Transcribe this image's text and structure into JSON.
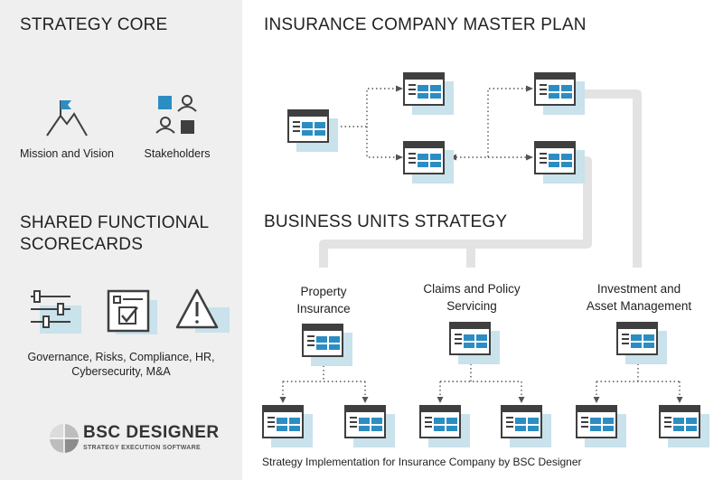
{
  "left_panel": {
    "strategy_core_title": "STRATEGY CORE",
    "mission_label": "Mission and Vision",
    "stakeholders_label": "Stakeholders",
    "shared_title_line1": "SHARED FUNCTIONAL",
    "shared_title_line2": "SCORECARDS",
    "functions_line1": "Governance, Risks, Compliance, HR,",
    "functions_line2": "Cybersecurity, M&A",
    "logo_name": "BSC DESIGNER",
    "logo_tagline": "STRATEGY EXECUTION SOFTWARE"
  },
  "master_plan": {
    "title": "INSURANCE COMPANY MASTER PLAN"
  },
  "business_units": {
    "title": "BUSINESS UNITS STRATEGY",
    "units": [
      {
        "line1": "Property",
        "line2": "Insurance"
      },
      {
        "line1": "Claims and Policy",
        "line2": "Servicing"
      },
      {
        "line1": "Investment and",
        "line2": "Asset Management"
      }
    ]
  },
  "footer": {
    "caption": "Strategy Implementation for Insurance Company by BSC Designer"
  },
  "colors": {
    "panel_background": "#efefef",
    "accent_blue": "#2c8dc2",
    "card_shadow": "#c9e2ec",
    "dark_frame": "#3f3f3f",
    "connector_gray": "#e3e3e3"
  },
  "icons": [
    "mountain-flag-icon",
    "stakeholders-icon",
    "sliders-icon",
    "checklist-icon",
    "warning-icon",
    "bsc-designer-logo-icon",
    "scorecard-icon"
  ]
}
